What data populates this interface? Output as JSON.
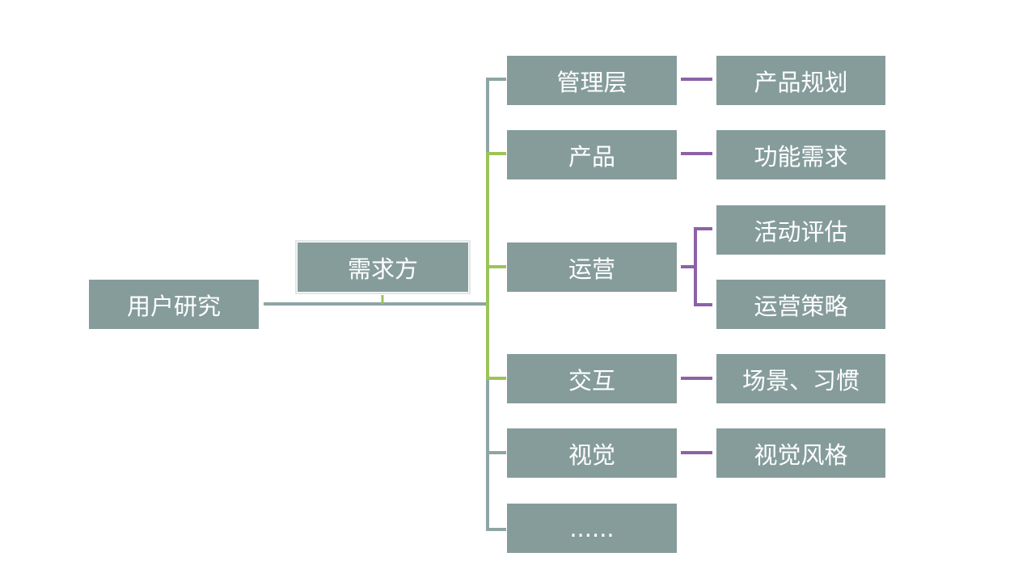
{
  "root": {
    "label": "用户研究"
  },
  "middle": {
    "label": "需求方"
  },
  "branches": [
    {
      "label": "管理层",
      "children": [
        "产品规划"
      ]
    },
    {
      "label": "产品",
      "children": [
        "功能需求"
      ]
    },
    {
      "label": "运营",
      "children": [
        "活动评估",
        "运营策略"
      ]
    },
    {
      "label": "交互",
      "children": [
        "场景、习惯"
      ]
    },
    {
      "label": "视觉",
      "children": [
        "视觉风格"
      ]
    },
    {
      "label": "......",
      "children": []
    }
  ],
  "colors": {
    "box": "#859c9b",
    "trunk_line": "#8ea5a4",
    "accent_green": "#9dc35a",
    "accent_purple": "#8c62a7"
  }
}
